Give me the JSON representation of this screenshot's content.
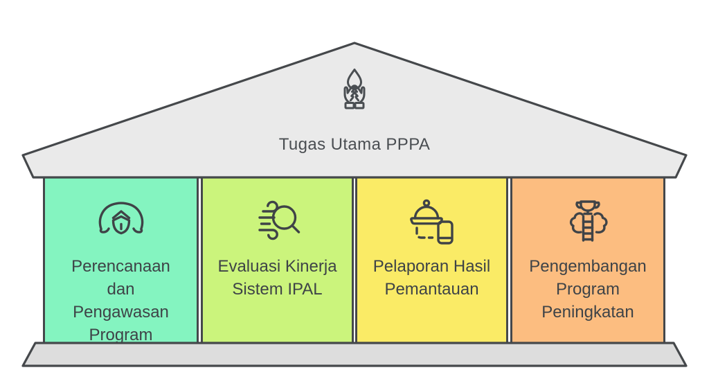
{
  "diagram": {
    "title": "Tugas Utama PPPA",
    "roof": {
      "icon": "hands-water-drop-icon"
    },
    "colors": {
      "background": "#FFFFFF",
      "roof_fill": "#EAEAEA",
      "base_fill": "#DDDDDD",
      "outline": "#45484B",
      "title_text": "#4A4E52",
      "pillar_text": "#3E4347"
    },
    "pillars": [
      {
        "name": "perencanaan-dan-pengawasan-program",
        "icon": "person-mask-icon",
        "color": "#84F4C0",
        "lines": [
          "Perencanaan",
          "dan",
          "Pengawasan",
          "Program"
        ]
      },
      {
        "name": "evaluasi-kinerja-sistem-ipal",
        "icon": "wind-magnifier-icon",
        "color": "#CBF47C",
        "lines": [
          "Evaluasi Kinerja",
          "Sistem IPAL"
        ]
      },
      {
        "name": "pelaporan-hasil-pemantauan",
        "icon": "cloche-phone-icon",
        "color": "#FAEB66",
        "lines": [
          "Pelaporan Hasil",
          "Pemantauan"
        ]
      },
      {
        "name": "pengembangan-program-peningkatan",
        "icon": "trophy-ladder-icon",
        "color": "#FCBD80",
        "lines": [
          "Pengembangan",
          "Program",
          "Peningkatan"
        ]
      }
    ]
  }
}
